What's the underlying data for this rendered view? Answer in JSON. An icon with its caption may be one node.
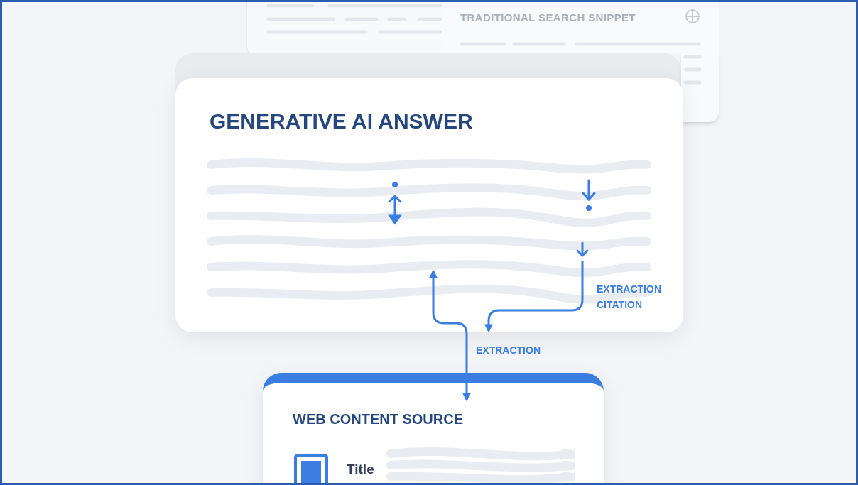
{
  "diagram": {
    "nodes": [
      {
        "text": [
          "TRADITIONAL SEARCH SNIPPET"
        ]
      },
      {
        "text": [
          "GENERATIVE AI ANSWER"
        ]
      },
      {
        "text": [
          "WEB CONTENT SOURCE",
          "Title"
        ]
      }
    ],
    "edges": [
      {
        "from": 1,
        "to": 2,
        "arrow": "both",
        "label": "EXTRACTION"
      },
      {
        "from": null,
        "to": 1,
        "arrow": "to",
        "label": "EXTRACTION CITATION"
      }
    ]
  }
}
